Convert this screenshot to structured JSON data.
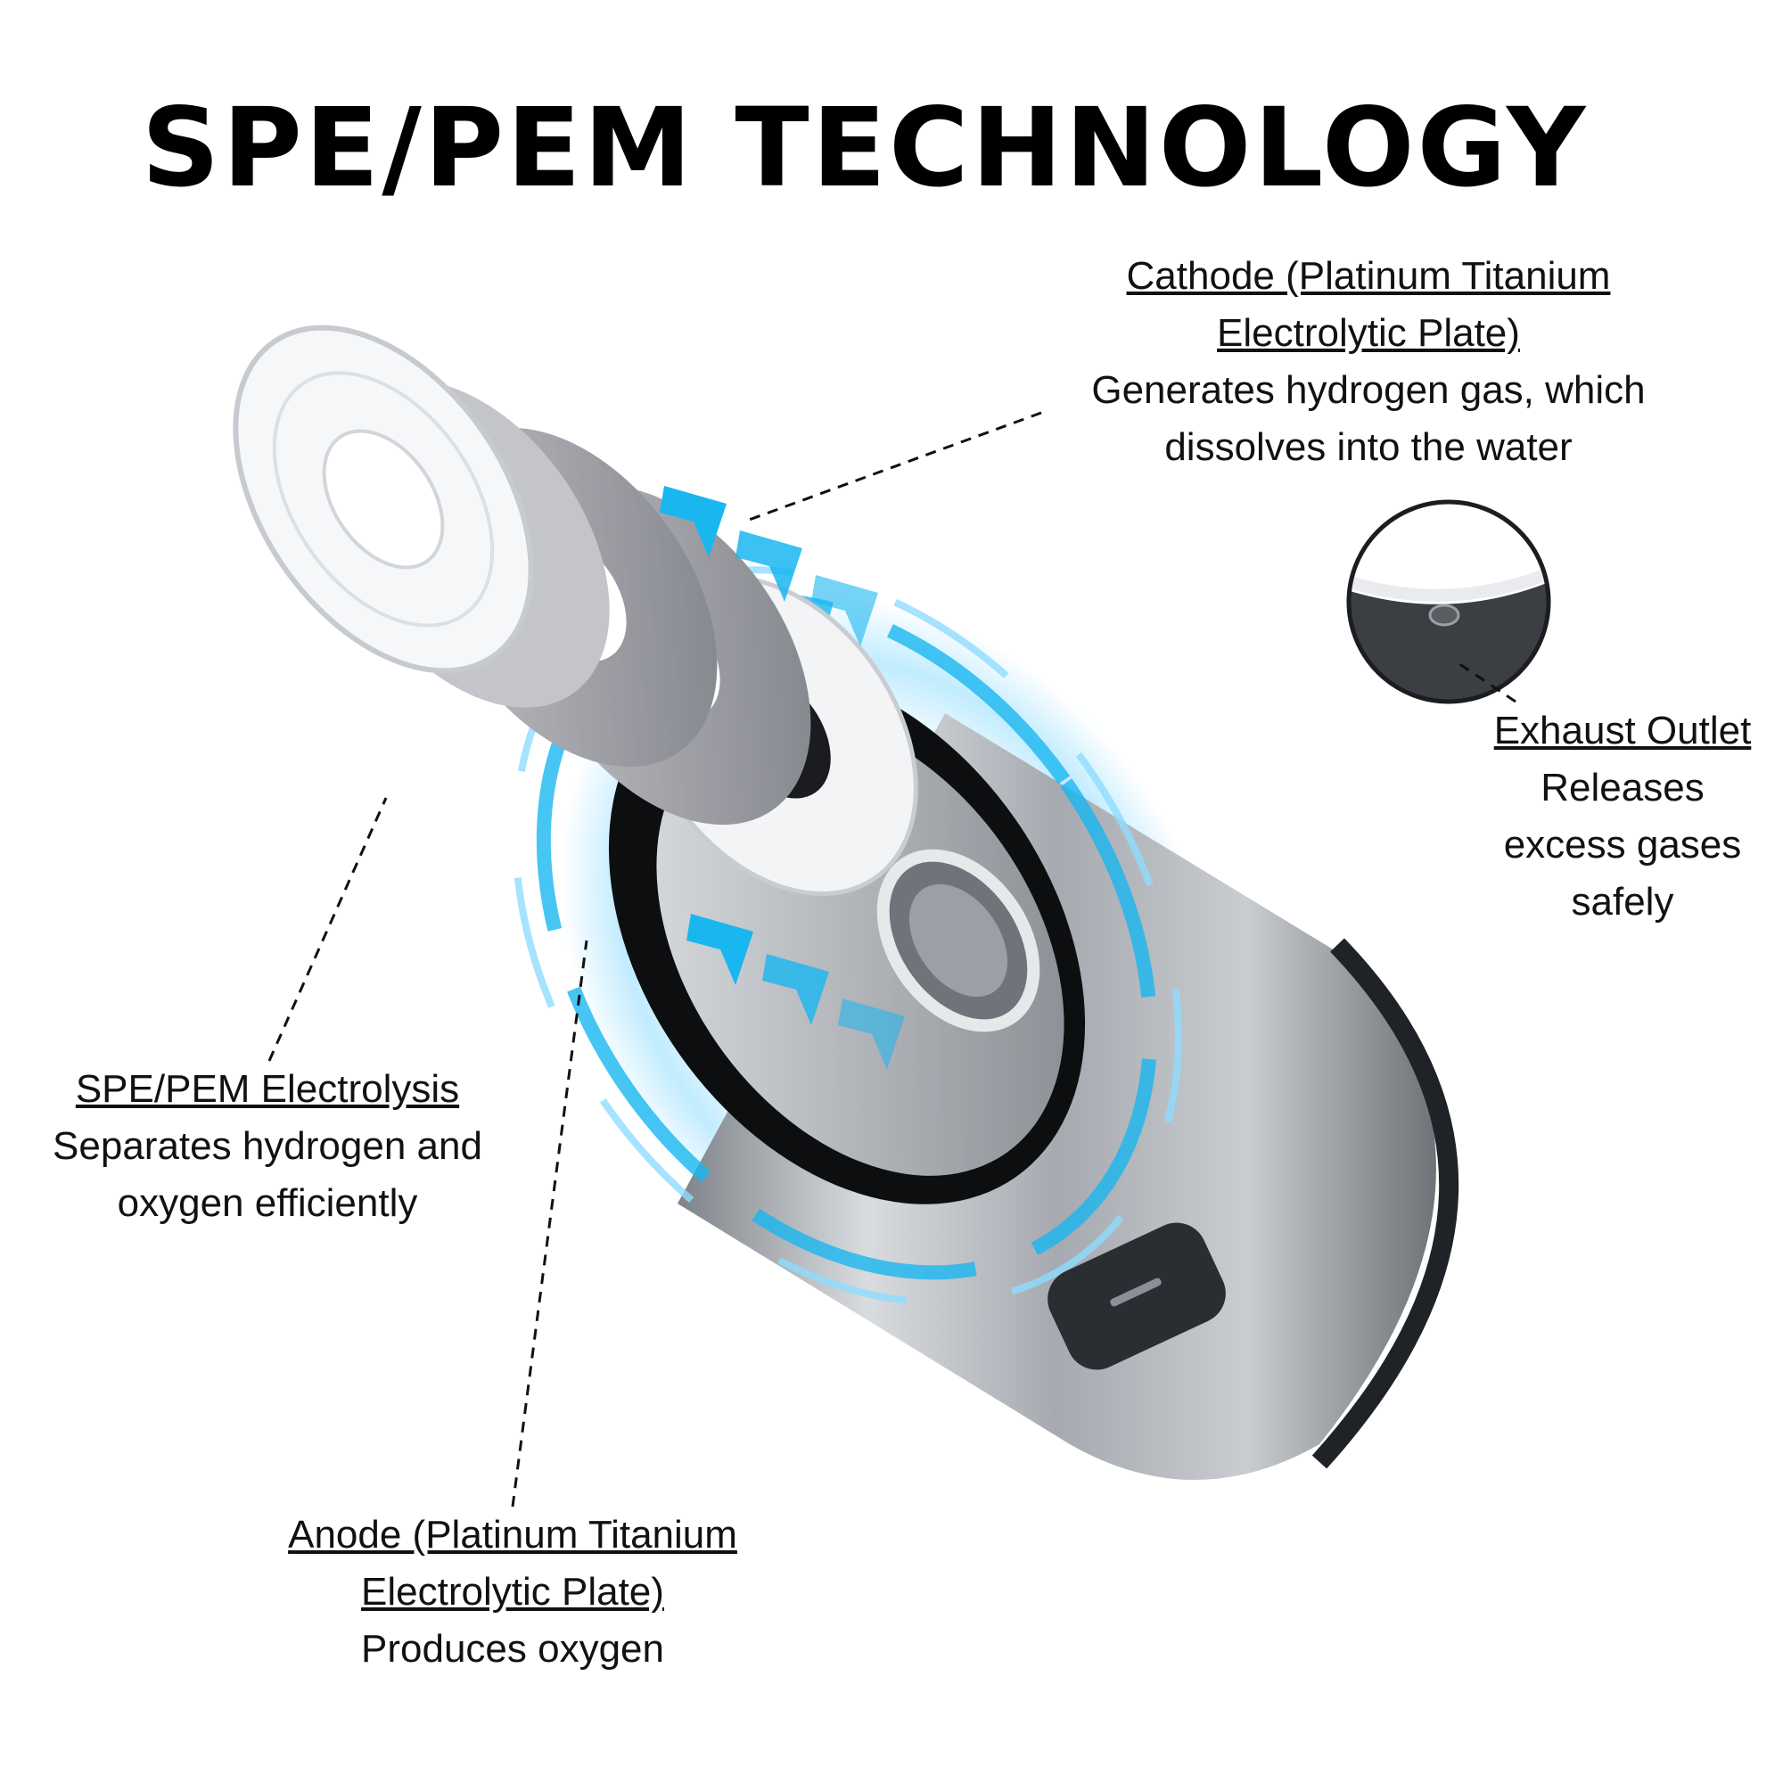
{
  "title": "SPE/PEM TECHNOLOGY",
  "callouts": {
    "cathode": {
      "heading_line1": "Cathode (Platinum Titanium",
      "heading_line2": "Electrolytic Plate)",
      "desc_line1": "Generates hydrogen gas, which",
      "desc_line2": "dissolves into the water"
    },
    "exhaust": {
      "heading": "Exhaust Outlet",
      "desc_line1": "Releases",
      "desc_line2": "excess gases",
      "desc_line3": "safely"
    },
    "electrolysis": {
      "heading": "SPE/PEM Electrolysis",
      "desc_line1": "Separates hydrogen and",
      "desc_line2": "oxygen efficiently"
    },
    "anode": {
      "heading_line1": "Anode (Platinum Titanium",
      "heading_line2": "Electrolytic Plate)",
      "desc": "Produces oxygen"
    }
  },
  "colors": {
    "accent_cyan": "#19b6f0",
    "glow": "#8fdcff",
    "metal": "#b8bcc2",
    "plate": "#8e9097"
  },
  "icons": [
    "arrow-chevron-icon",
    "exhaust-outlet-zoom-icon",
    "power-button-icon"
  ]
}
